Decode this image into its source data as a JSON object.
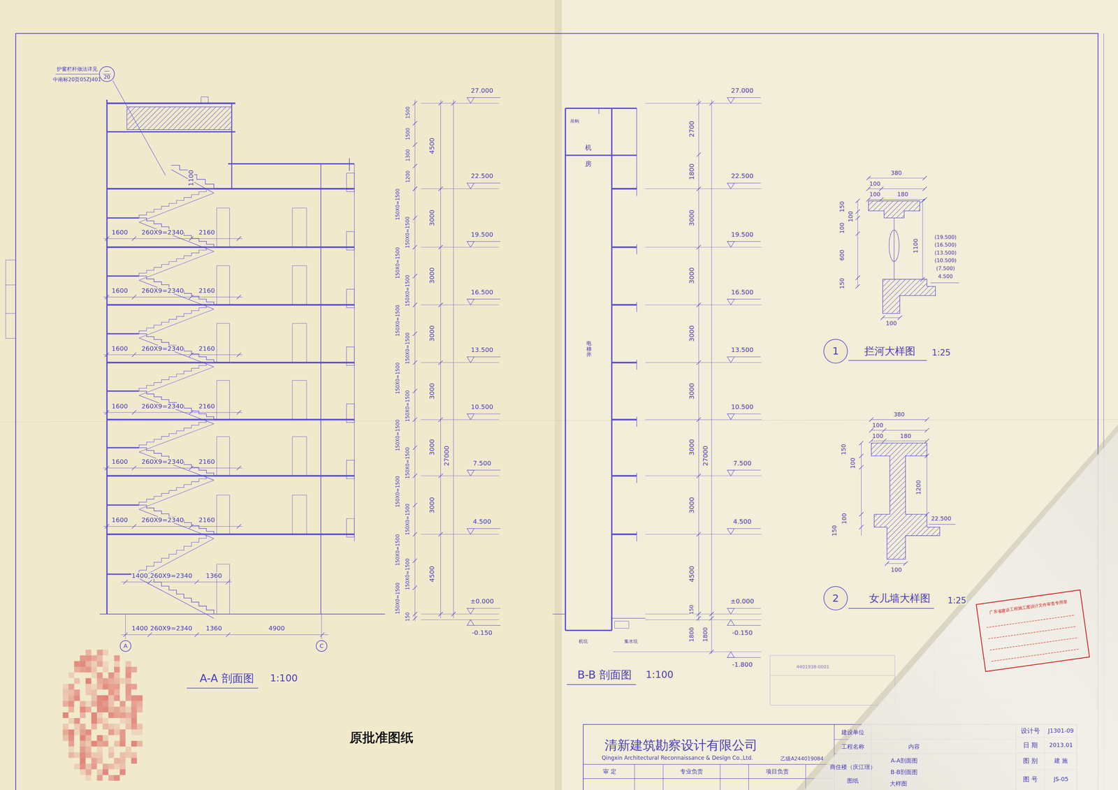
{
  "diagram": {
    "caption": "原批准图纸",
    "nodes": [
      {
        "text": [
          "—",
          "20"
        ]
      },
      {
        "text": [
          "A"
        ]
      },
      {
        "text": [
          "C"
        ]
      },
      {
        "text": [
          "1"
        ]
      },
      {
        "text": [
          "2"
        ]
      }
    ],
    "labels": [
      "护窗栏杆做法详见",
      "中南标20页05ZJ401",
      "1100",
      "1600",
      "260X9=2340",
      "2160",
      "1600",
      "260X9=2340",
      "2160",
      "1600",
      "260X9=2340",
      "2160",
      "1600",
      "260X9=2340",
      "2160",
      "1600",
      "260X9=2340",
      "2160",
      "1600",
      "260X9=2340",
      "2160",
      "1400",
      "260X9=2340",
      "1360",
      "1400",
      "260X9=2340",
      "1360",
      "4900",
      "A-A 剖面图",
      "1:100",
      "1500",
      "1500",
      "1300",
      "1200",
      "150X0=1500",
      "150X0=1500",
      "150X0=1500",
      "150X0=1500",
      "150X0=1500",
      "150X0=1500",
      "150X0=1500",
      "150X0=1500",
      "150X0=1500",
      "150X0=1500",
      "150X0=1500",
      "150X0=1500",
      "150X0=1500",
      "150X0=1500",
      "150X0=1500",
      "150",
      "4500",
      "3000",
      "3000",
      "3000",
      "3000",
      "3000",
      "3000",
      "4500",
      "27000",
      "27.000",
      "22.500",
      "19.500",
      "16.500",
      "13.500",
      "10.500",
      "7.500",
      "4.500",
      "±0.000",
      "-0.150",
      "吊钩",
      "机",
      "房",
      "电梯井",
      "机坑",
      "集水坑",
      "2700",
      "1800",
      "3000",
      "3000",
      "3000",
      "3000",
      "3000",
      "3000",
      "27000",
      "4500",
      "150",
      "1800",
      "1800",
      "27.000",
      "22.500",
      "19.500",
      "16.500",
      "13.500",
      "10.500",
      "7.500",
      "4.500",
      "±0.000",
      "-0.150",
      "-1.800",
      "B-B 剖面图",
      "1:100",
      "380",
      "100",
      "100",
      "180",
      "150",
      "100",
      "100",
      "600",
      "150",
      "1100",
      "100",
      "(19.500)",
      "(16.500)",
      "(13.500)",
      "(10.500)",
      "(7.500)",
      "4.500",
      "拦河大样图",
      "1:25",
      "380",
      "100",
      "100",
      "180",
      "150",
      "100",
      "1200",
      "150",
      "100",
      "22.500",
      "100",
      "女儿墙大样图",
      "1:25",
      "清新建筑勘察设计有限公司",
      "Qingxin Architectural Reconnaissance & Design Co.,Ltd.",
      "乙级A244019084",
      "审 定",
      "专业负责",
      "项目负责",
      "建设单位",
      "工程名称",
      "商住楼（庆江璟）",
      "图纸",
      "内容",
      "A-A剖面图",
      "B-B剖面图",
      "大样图",
      "设计号",
      "J1301-09",
      "日 期",
      "2013.01",
      "图 别",
      "建 施",
      "图 号",
      "JS-05",
      "广东省建设工程施工图设计文件审查专用章",
      "4401938-0001"
    ]
  }
}
